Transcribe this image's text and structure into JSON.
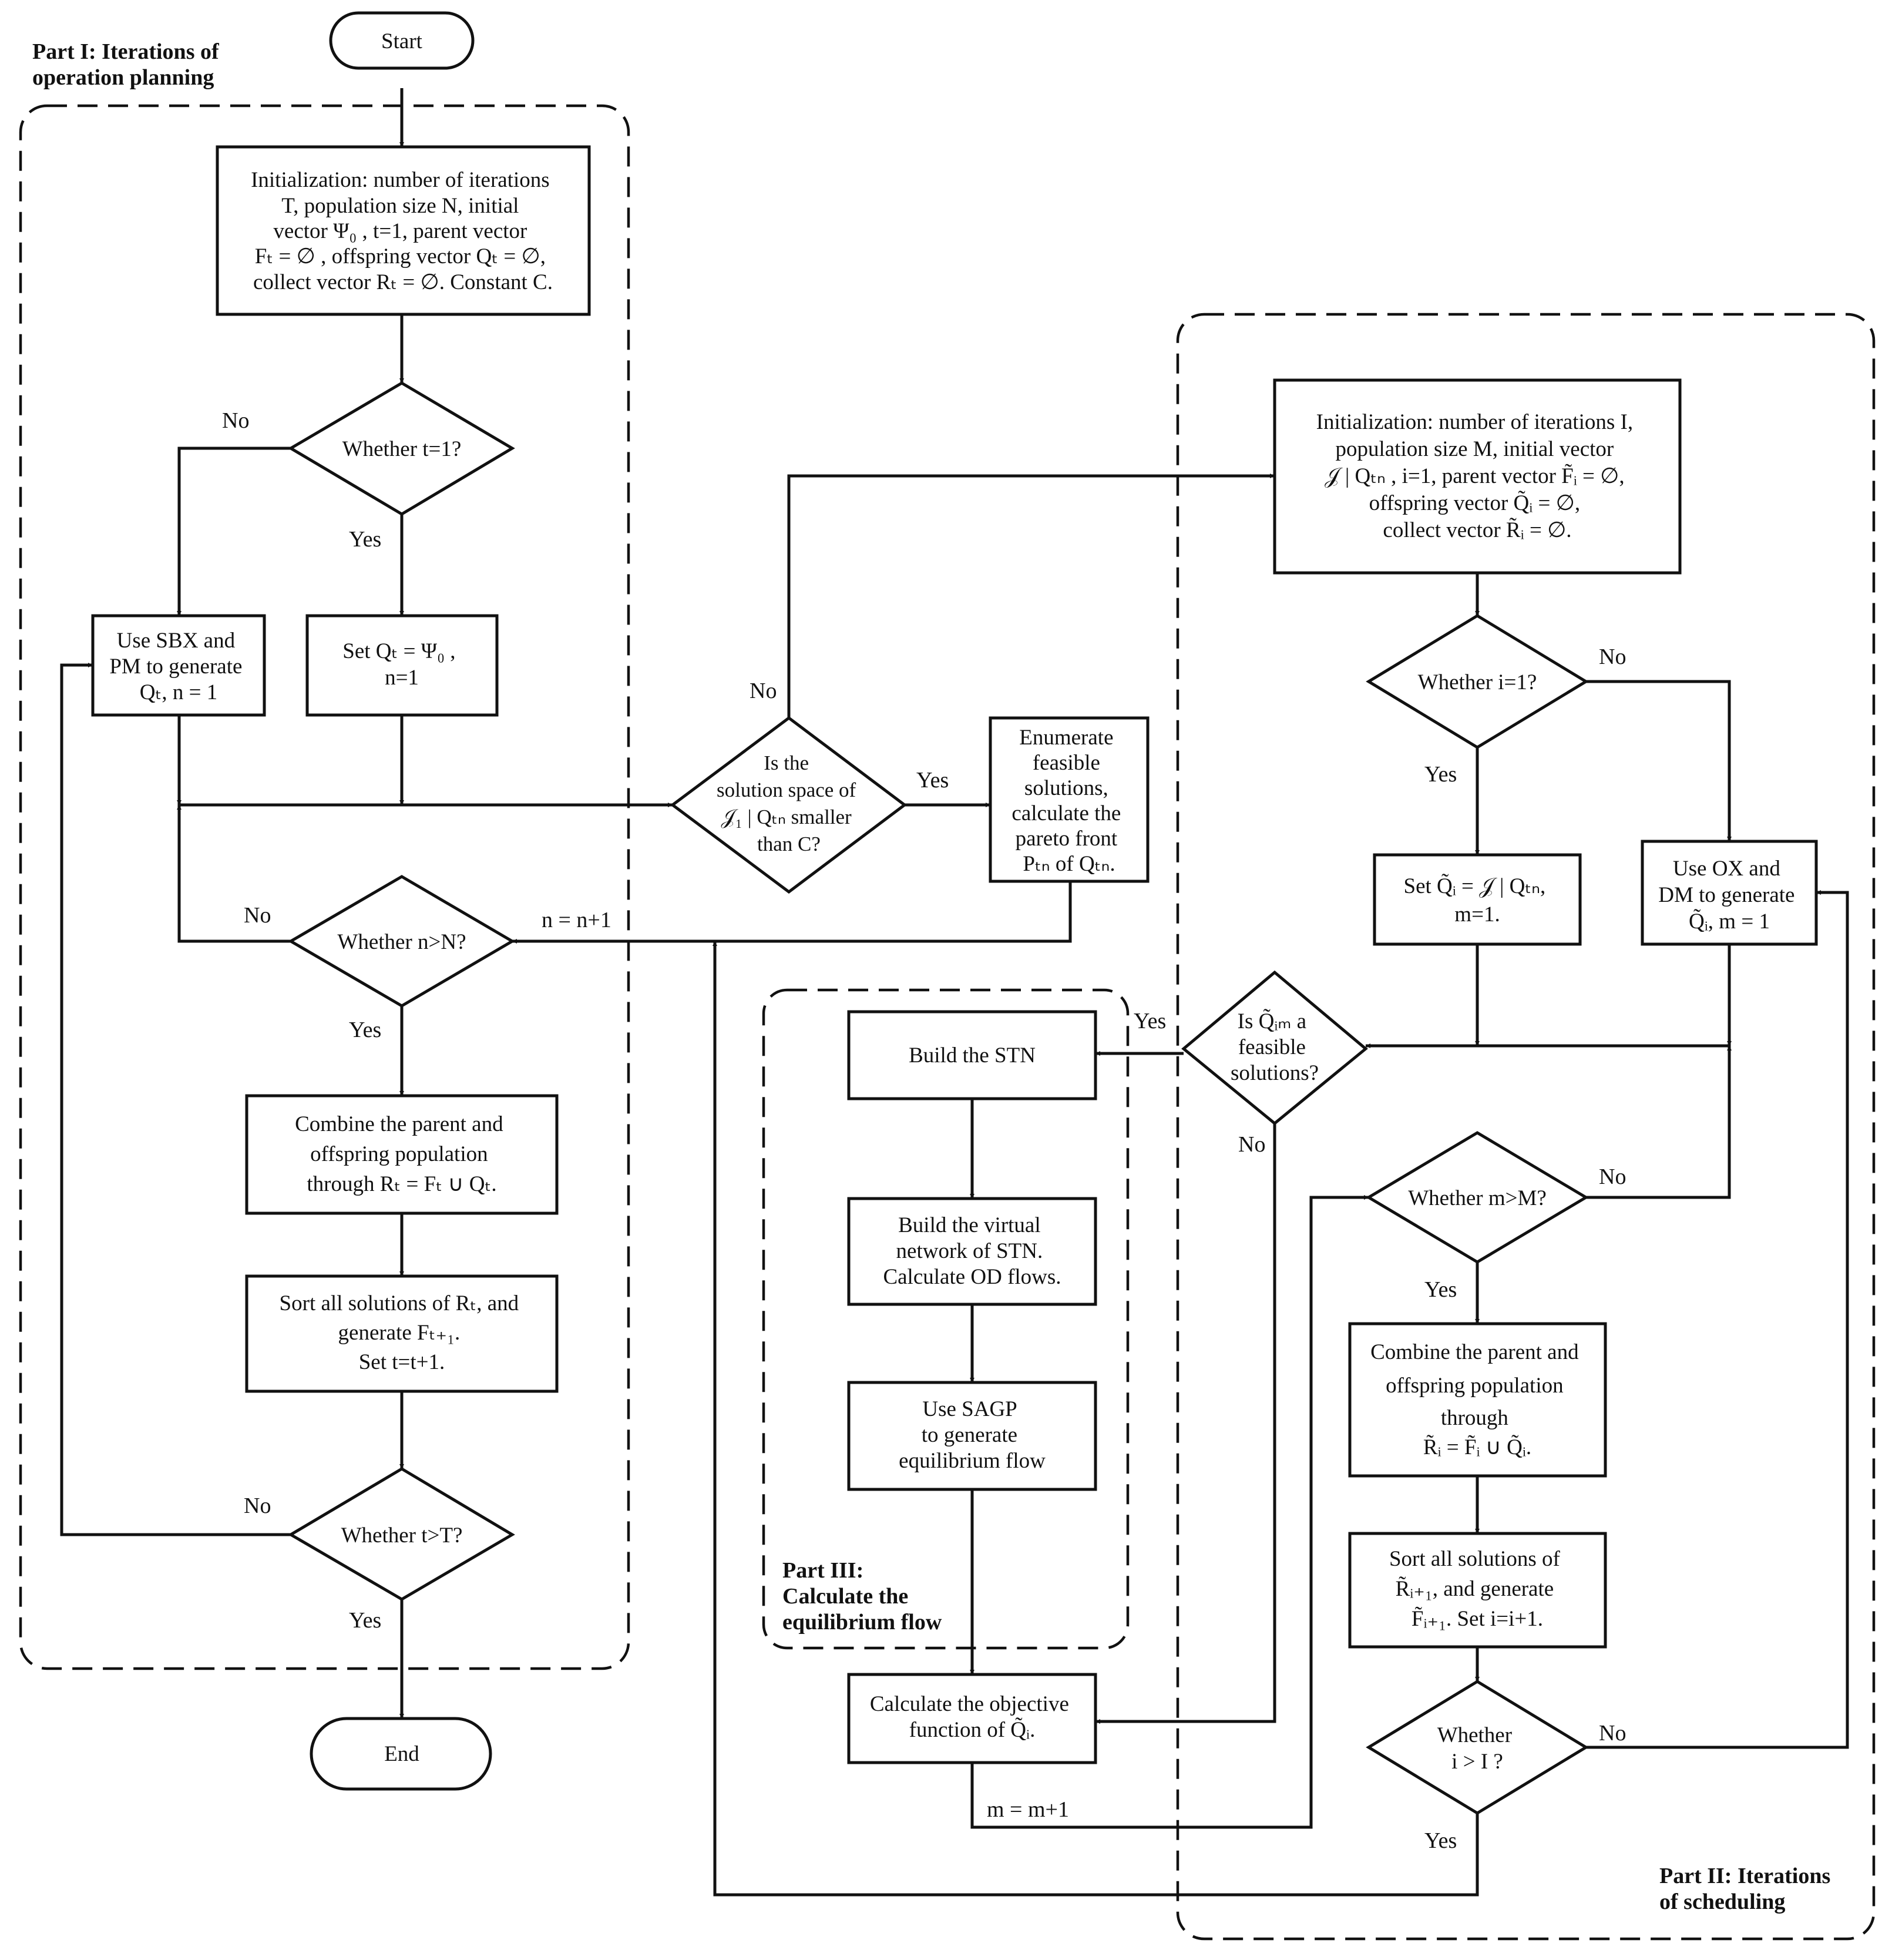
{
  "part1_title": [
    "Part I: Iterations of",
    "operation planning"
  ],
  "part2_title": [
    "Part II: Iterations",
    "of scheduling"
  ],
  "part3_title": [
    "Part III:",
    "Calculate the",
    "equilibrium flow"
  ],
  "start": "Start",
  "end": "End",
  "p1_init": [
    "Initialization: number of iterations",
    "T, population size N, initial",
    "vector Ψ₀ , t=1, parent vector",
    "Fₜ = ∅ , offspring vector Qₜ = ∅,",
    "collect vector Rₜ = ∅. Constant C."
  ],
  "p1_d_t1": "Whether t=1?",
  "p1_sbx": [
    "Use SBX and",
    "PM to generate",
    "Qₜ, n = 1"
  ],
  "p1_setq": [
    "Set Qₜ = Ψ₀ ,",
    "n=1"
  ],
  "p1_d_space": [
    "Is the",
    "solution space of",
    "𝒥₁ | Qₜₙ smaller",
    "than C?"
  ],
  "p1_enum": [
    "Enumerate",
    "feasible",
    "solutions,",
    "calculate the",
    "pareto front",
    "Pₜₙ of Qₜₙ."
  ],
  "p1_d_nN": "Whether n>N?",
  "p1_combine": [
    "Combine the parent and",
    "offspring population",
    "through Rₜ = Fₜ ∪ Qₜ."
  ],
  "p1_sort": [
    "Sort all solutions of  Rₜ, and",
    "generate Fₜ₊₁.",
    "Set t=t+1."
  ],
  "p1_d_tT": "Whether t>T?",
  "p2_init": [
    "Initialization: number of iterations  I,",
    "population size M, initial vector",
    "𝒥 | Qₜₙ , i=1, parent vector  F̃ᵢ = ∅,",
    "offspring vector Q̃ᵢ = ∅,",
    "collect vector R̃ᵢ = ∅."
  ],
  "p2_d_i1": "Whether i=1?",
  "p2_setq": [
    "Set Q̃ᵢ = 𝒥 | Qₜₙ,",
    "m=1."
  ],
  "p2_ox": [
    "Use OX and",
    "DM to generate",
    "Q̃ᵢ, m = 1"
  ],
  "p2_d_feas": [
    "Is Q̃ᵢₘ a",
    "feasible",
    "solutions?"
  ],
  "p2_d_mM": "Whether m>M?",
  "p2_combine": [
    "Combine the parent and",
    "offspring population",
    "through",
    "R̃ᵢ = F̃ᵢ ∪ Q̃ᵢ."
  ],
  "p2_sort": [
    "Sort all solutions of",
    "R̃ᵢ₊₁, and generate",
    "F̃ᵢ₊₁.  Set i=i+1."
  ],
  "p2_d_iI": [
    "Whether",
    "i > I ?"
  ],
  "p3_stn": "Build the STN",
  "p3_virtual": [
    "Build the virtual",
    "network of STN.",
    "Calculate OD flows."
  ],
  "p3_sagp": [
    "Use SAGP",
    "to generate",
    "equilibrium flow"
  ],
  "p3_obj": [
    "Calculate the objective",
    "function of Q̃ᵢ."
  ],
  "labels": {
    "no": "No",
    "yes": "Yes",
    "n_inc": "n = n+1",
    "m_inc": "m = m+1"
  }
}
